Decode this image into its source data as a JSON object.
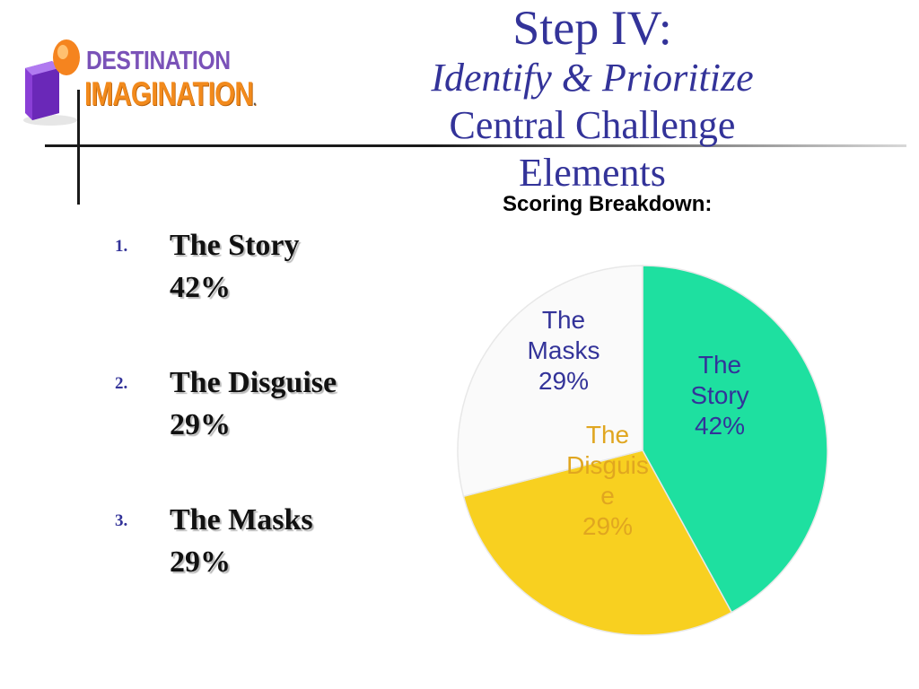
{
  "logo": {
    "line1": "DESTINATION",
    "line2": "IMAGINATION",
    "mark": "."
  },
  "title": {
    "line1": "Step IV:",
    "line2": "Identify & Prioritize",
    "line3": "Central Challenge",
    "line4": "Elements"
  },
  "list": [
    {
      "num": "1.",
      "name": "The Story",
      "value": "42%"
    },
    {
      "num": "2.",
      "name": "The Disguise",
      "value": "29%"
    },
    {
      "num": "3.",
      "name": "The Masks",
      "value": "29%"
    }
  ],
  "colors": {
    "title": "#333399",
    "story": "#1ee0a0",
    "disguise": "#f8d020",
    "masks": "#fafafa"
  },
  "chart_data": {
    "type": "pie",
    "title": "Scoring Breakdown:",
    "slices": [
      {
        "label": [
          "The",
          "Story",
          "42%"
        ],
        "value": 42,
        "color": "#1ee0a0",
        "text_color": "#333399"
      },
      {
        "label": [
          "The",
          "Disguis",
          "e",
          "29%"
        ],
        "value": 29,
        "color": "#f8d020",
        "text_color": "#e0a620"
      },
      {
        "label": [
          "The",
          "Masks",
          "29%"
        ],
        "value": 29,
        "color": "#fafafa",
        "text_color": "#333399"
      }
    ]
  }
}
